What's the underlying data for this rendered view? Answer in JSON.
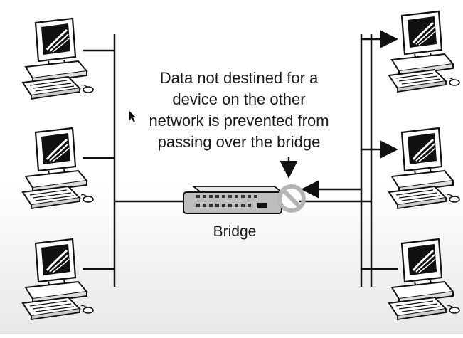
{
  "caption_lines": [
    "Data not destined for a",
    "device on the other",
    "network is prevented from",
    "passing over the bridge"
  ],
  "bridge_label": "Bridge",
  "icons": {
    "computer": "computer-workstation-icon",
    "bridge": "network-bridge-device-icon",
    "blocked": "prohibited-icon",
    "cursor": "mouse-cursor-icon"
  },
  "colors": {
    "line": "#111111",
    "background": "#ffffff"
  }
}
